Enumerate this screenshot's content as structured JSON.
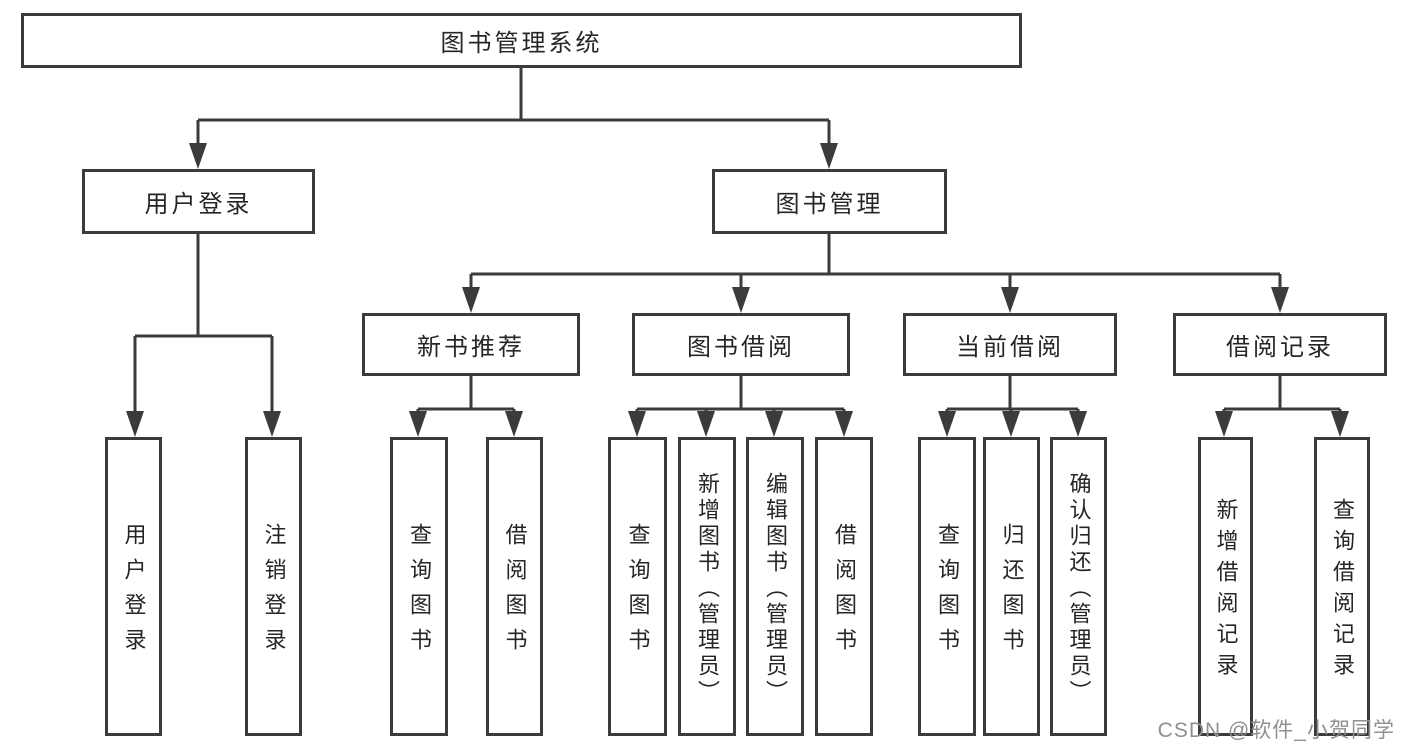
{
  "diagram": {
    "title_node": "图书管理系统",
    "nodes": {
      "root": "图书管理系统",
      "user_login": "用户登录",
      "book_mgmt": "图书管理",
      "new_book_rec": "新书推荐",
      "book_borrow": "图书借阅",
      "current_borrow": "当前借阅",
      "borrow_records": "借阅记录",
      "ul_user_login": "用户登录",
      "ul_logout": "注销登录",
      "nb_query_books": "查询图书",
      "nb_borrow_books": "借阅图书",
      "bb_query_books": "查询图书",
      "bb_add_books": "新增图书（管理员）",
      "bb_edit_books": "编辑图书（管理员）",
      "bb_borrow_books": "借阅图书",
      "cb_query_books": "查询图书",
      "cb_return_books": "归还图书",
      "cb_confirm_return": "确认归还（管理员）",
      "br_add_record": "新增借阅记录",
      "br_query_record": "查询借阅记录"
    },
    "colors": {
      "line": "#3b3b3b",
      "text": "#262626",
      "background": "#ffffff",
      "watermark": "#909090"
    }
  },
  "watermark": "CSDN @软件_小贺同学"
}
